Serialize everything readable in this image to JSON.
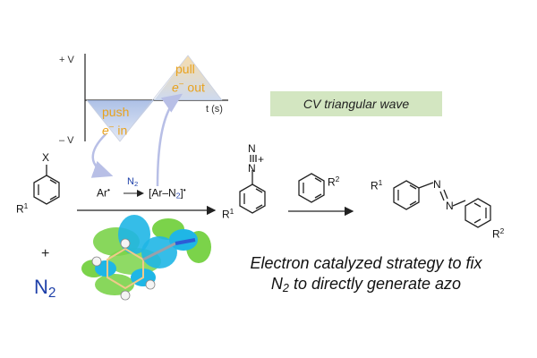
{
  "cv": {
    "axis_plus": "+ V",
    "axis_minus": "– V",
    "axis_time": "t (s)",
    "push_word": "push",
    "push_e": "e",
    "push_e_sup": "−",
    "push_dir": "in",
    "pull_word": "pull",
    "pull_e": "e",
    "pull_e_sup": "−",
    "pull_dir": "out",
    "wave_label": "CV triangular wave"
  },
  "reaction": {
    "substituent_x": "X",
    "r1_left": "R",
    "r1_left_sup": "1",
    "plus": "+",
    "n2_main": "N",
    "n2_main_sub": "2",
    "ar_radical": "Ar",
    "radical_dot": "•",
    "n2_small": "N",
    "n2_small_sub": "2",
    "complex_open": "[Ar–N",
    "complex_sub": "2",
    "complex_close": "]",
    "complex_dot": "•",
    "diazo_n_top": "N",
    "diazo_n_bottom": "N",
    "diazo_plus": "+",
    "r1_diazo": "R",
    "r1_diazo_sup": "1",
    "r2_coupling": "R",
    "r2_coupling_sup": "2",
    "r1_azo": "R",
    "r1_azo_sup": "1",
    "azo_n_upper": "N",
    "azo_n_lower": "N",
    "r2_azo": "R",
    "r2_azo_sup": "2"
  },
  "caption": {
    "line1": "Electron catalyzed strategy to fix",
    "line2_pre": "N",
    "line2_sub": "2",
    "line2_post": " to directly generate azo"
  },
  "colors": {
    "wave_fill": "#b9c8e6",
    "wave_peak": "#f4d89e",
    "wave_text": "#e8a21e",
    "cv_box": "#d3e6c1",
    "n2_blue": "#1d3fa8",
    "orbital_green": "#7bd34a",
    "orbital_cyan": "#1fb6e6",
    "curved_arrow": "#b8bfe6"
  }
}
